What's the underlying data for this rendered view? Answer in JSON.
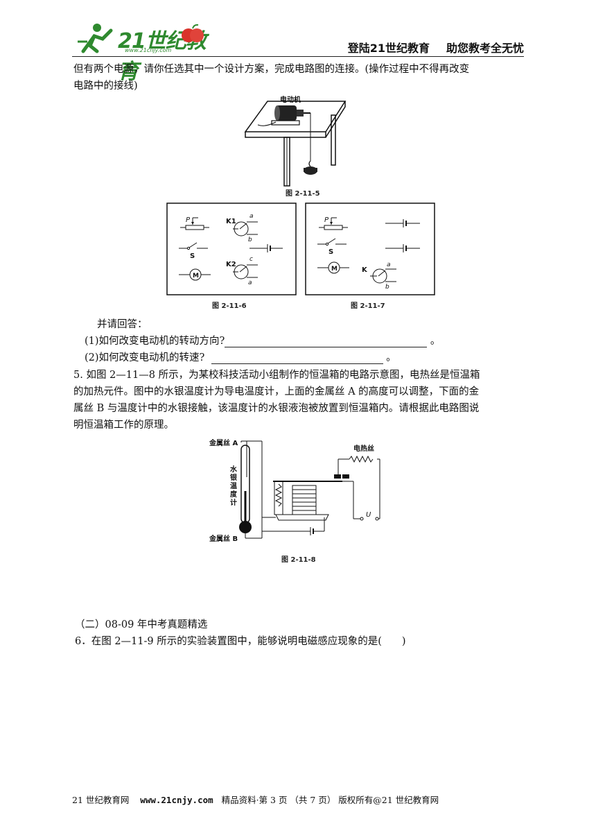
{
  "header": {
    "logo_main": "21世纪教育",
    "logo_sub": "www.21cnjy.com",
    "slogan_left": "登陆21世纪教育",
    "slogan_right": "助您教考全无忧"
  },
  "intro": {
    "line1": "但有两个电源，请你任选其中一个设计方案，完成电路图的连接。(操作过程中不得再改变",
    "line2": "电路中的接线)"
  },
  "fig5": {
    "caption": "图 2-11-5",
    "motor_label": "电动机"
  },
  "fig6": {
    "caption": "图 2-11-6",
    "labels": {
      "p": "P",
      "k1": "K1",
      "s": "S",
      "m": "M",
      "k2": "K2",
      "a": "a",
      "b": "b",
      "c": "c"
    }
  },
  "fig7": {
    "caption": "图 2-11-7",
    "labels": {
      "p": "P",
      "s": "S",
      "m": "M",
      "k": "K",
      "a": "a",
      "b": "b"
    }
  },
  "answer": {
    "prompt": "并请回答：",
    "q1": "(1)如何改变电动机的转动方向?",
    "q1_end": "。",
    "q2": "(2)如何改变电动机的转速?",
    "q2_end": "。"
  },
  "q5": {
    "line1": "5. 如图 2—11—8 所示，为某校科技活动小组制作的恒温箱的电路示意图，电热丝是恒温箱",
    "line2": "的加热元件。图中的水银温度计为导电温度计，上面的金属丝 A 的高度可以调整，下面的金",
    "line3": "属丝 B 与温度计中的水银接触，该温度计的水银液泡被放置到恒温箱内。请根据此电路图说",
    "line4": "明恒温箱工作的原理。"
  },
  "fig8": {
    "caption": "图 2-11-8",
    "wire_a": "金属丝 A",
    "wire_b": "金属丝 B",
    "thermometer": "水银温度计",
    "heater": "电热丝",
    "voltage": "U"
  },
  "section2": {
    "title": "（二）08-09 年中考真题精选",
    "q6": "6．在图 2—11-9 所示的实验装置图中，能够说明电磁感应现象的是(　　)"
  },
  "footer": {
    "site": "21 世纪教育网",
    "url": "www.21cnjy.com",
    "page_info": "精品资料·第 3 页 （共 7 页） 版权所有@21 世纪教育网"
  }
}
